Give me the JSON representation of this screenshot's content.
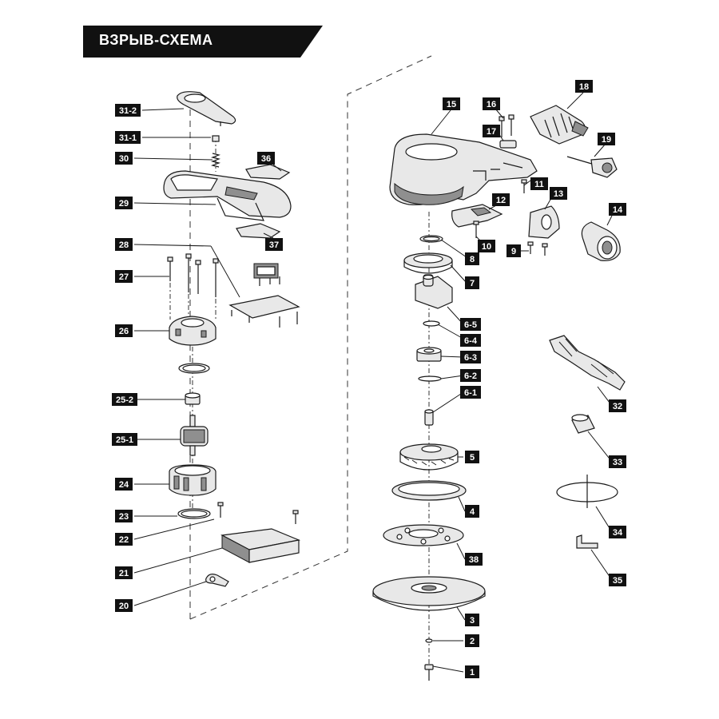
{
  "title": "ВЗРЫВ-СХЕМА",
  "labels": {
    "l1": "1",
    "l2": "2",
    "l3": "3",
    "l4": "4",
    "l5": "5",
    "l6_1": "6-1",
    "l6_2": "6-2",
    "l6_3": "6-3",
    "l6_4": "6-4",
    "l6_5": "6-5",
    "l7": "7",
    "l8": "8",
    "l9": "9",
    "l10": "10",
    "l11": "11",
    "l12": "12",
    "l13": "13",
    "l14": "14",
    "l15": "15",
    "l16": "16",
    "l17": "17",
    "l18": "18",
    "l19": "19",
    "l20": "20",
    "l21": "21",
    "l22": "22",
    "l23": "23",
    "l24": "24",
    "l25_1": "25-1",
    "l25_2": "25-2",
    "l26": "26",
    "l27": "27",
    "l28": "28",
    "l29": "29",
    "l30": "30",
    "l31_1": "31-1",
    "l31_2": "31-2",
    "l32": "32",
    "l33": "33",
    "l34": "34",
    "l35": "35",
    "l36": "36",
    "l37": "37",
    "l38": "38"
  },
  "colors": {
    "ink": "#1a1a1a",
    "label_bg": "#111111",
    "label_fg": "#ffffff",
    "part_fill": "#e6e6e6",
    "part_dark": "#9a9a9a"
  }
}
